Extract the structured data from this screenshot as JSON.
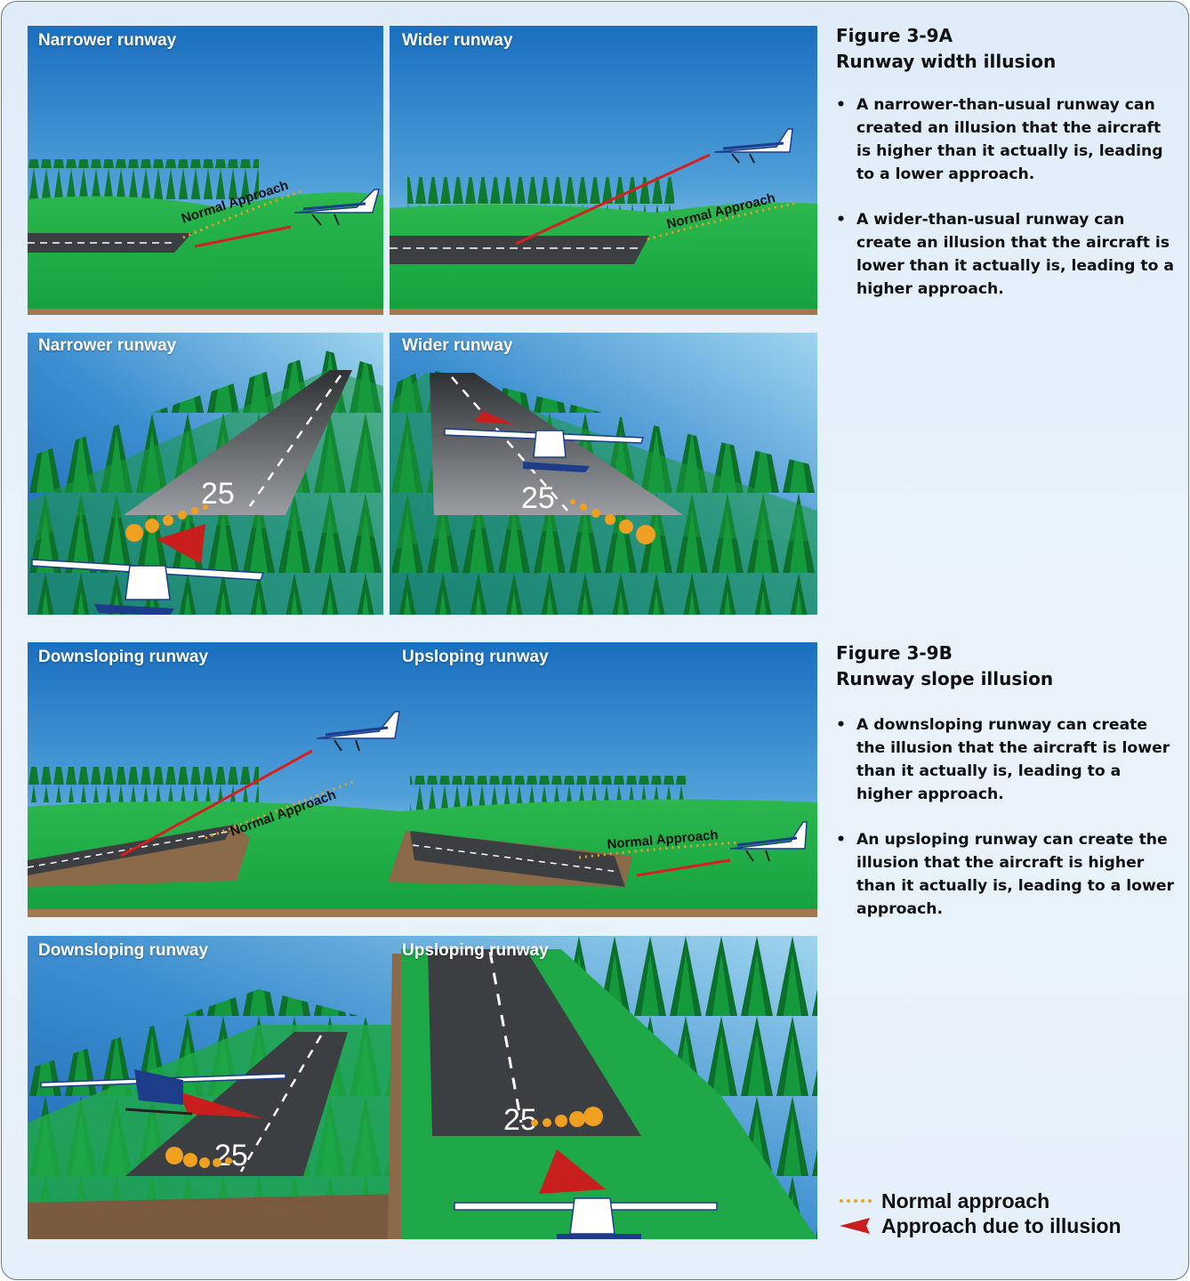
{
  "figure_a": {
    "number": "Figure 3-9A",
    "title": "Runway width illusion",
    "bullets": [
      "A narrower-than-usual runway can created an illusion that the aircraft is higher than it actually is, leading to a lower approach.",
      "A wider-than-usual runway can create an illusion that the aircraft is lower than it actually is, leading to a higher approach."
    ],
    "panels": {
      "side_narrow": "Narrower runway",
      "side_wide": "Wider runway",
      "pilot_narrow": "Narrower runway",
      "pilot_wide": "Wider runway"
    }
  },
  "figure_b": {
    "number": "Figure 3-9B",
    "title": "Runway slope illusion",
    "bullets": [
      "A downsloping runway can create the illusion that the aircraft is lower than it actually is, leading to a higher approach.",
      "An upsloping runway can create the illusion that the aircraft is higher than it actually is, leading to a lower approach."
    ],
    "panels": {
      "side_down": "Downsloping runway",
      "side_up": "Upsloping runway",
      "pilot_down": "Downsloping runway",
      "pilot_up": "Upsloping runway"
    }
  },
  "annotations": {
    "normal_approach": "Normal Approach",
    "runway_number": "25"
  },
  "legend": {
    "normal": "Normal approach",
    "illusion": "Approach due to illusion"
  },
  "colors": {
    "sky_top": "#1a6fbf",
    "sky_bottom": "#bfe2f2",
    "grass": "#1fa847",
    "trees": "#0f7a2e",
    "runway": "#3c3f42",
    "normal_path": "#f0a020",
    "illusion_path": "#d42020"
  }
}
